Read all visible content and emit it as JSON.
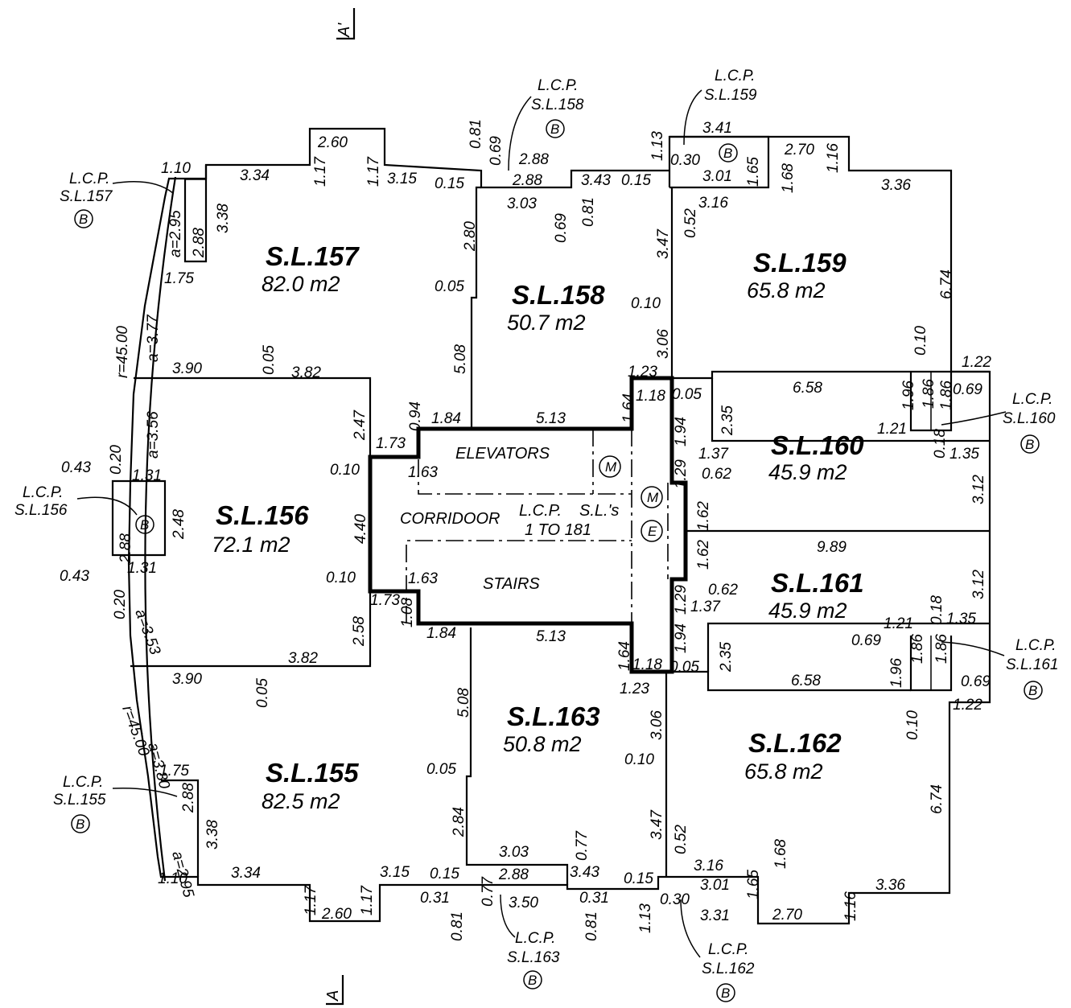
{
  "section_marks": {
    "top": "A'",
    "bottom": "A"
  },
  "lots": [
    {
      "id": "157",
      "name": "S.L.157",
      "area": "82.0 m2"
    },
    {
      "id": "158",
      "name": "S.L.158",
      "area": "50.7 m2"
    },
    {
      "id": "159",
      "name": "S.L.159",
      "area": "65.8 m2"
    },
    {
      "id": "156",
      "name": "S.L.156",
      "area": "72.1 m2"
    },
    {
      "id": "160",
      "name": "S.L.160",
      "area": "45.9 m2"
    },
    {
      "id": "161",
      "name": "S.L.161",
      "area": "45.9 m2"
    },
    {
      "id": "155",
      "name": "S.L.155",
      "area": "82.5 m2"
    },
    {
      "id": "163",
      "name": "S.L.163",
      "area": "50.8 m2"
    },
    {
      "id": "162",
      "name": "S.L.162",
      "area": "65.8 m2"
    }
  ],
  "common": {
    "elevators": "ELEVATORS",
    "corridor": "CORRIDOOR",
    "stairs": "STAIRS",
    "lcp_common_1": "L.C.P.",
    "lcp_common_2": "S.L.'s",
    "lcp_common_3": "1  TO  181",
    "m_symbol": "M",
    "e_symbol": "E",
    "b_symbol": "B"
  },
  "lcp_labels": [
    {
      "id": "157",
      "line1": "L.C.P.",
      "line2": "S.L.157"
    },
    {
      "id": "158",
      "line1": "L.C.P.",
      "line2": "S.L.158"
    },
    {
      "id": "159",
      "line1": "L.C.P.",
      "line2": "S.L.159"
    },
    {
      "id": "156",
      "line1": "L.C.P.",
      "line2": "S.L.156"
    },
    {
      "id": "160",
      "line1": "L.C.P.",
      "line2": "S.L.160"
    },
    {
      "id": "161",
      "line1": "L.C.P.",
      "line2": "S.L.161"
    },
    {
      "id": "155",
      "line1": "L.C.P.",
      "line2": "S.L.155"
    },
    {
      "id": "163",
      "line1": "L.C.P.",
      "line2": "S.L.163"
    },
    {
      "id": "162",
      "line1": "L.C.P.",
      "line2": "S.L.162"
    }
  ],
  "dimensions": [
    "2.60",
    "1.17",
    "1.17",
    "3.34",
    "1.10",
    "3.15",
    "0.15",
    "0.81",
    "0.69",
    "2.88",
    "2.88",
    "3.03",
    "0.69",
    "0.81",
    "3.43",
    "0.15",
    "1.13",
    "3.41",
    "0.30",
    "1.65",
    "3.01",
    "3.16",
    "0.52",
    "2.70",
    "1.16",
    "1.68",
    "3.36",
    "6.74",
    "0.10",
    "1.22",
    "1.86",
    "1.96",
    "1.86",
    "0.69",
    "a=2.95",
    "2.88",
    "3.38",
    "1.75",
    "a=3.77",
    "r=45.00",
    "2.80",
    "0.05",
    "5.08",
    "3.47",
    "0.10",
    "3.06",
    "1.23",
    "3.90",
    "0.05",
    "3.82",
    "a=3.56",
    "0.20",
    "0.43",
    "1.31",
    "2.47",
    "0.94",
    "1.84",
    "5.13",
    "1.64",
    "1.18",
    "0.05",
    "2.35",
    "6.58",
    "1.94",
    "1.37",
    "0.62",
    "1.29",
    "1.21",
    "0.18",
    "1.35",
    "3.12",
    "1.73",
    "1.63",
    "0.10",
    "4.40",
    "2.48",
    "2.88",
    "1.62",
    "1.62",
    "9.89",
    "0.43",
    "1.31",
    "a=3.53",
    "0.20",
    "0.10",
    "1.73",
    "1.63",
    "1.08",
    "1.84",
    "5.13",
    "2.58",
    "3.82",
    "1.64",
    "1.18",
    "0.62",
    "1.29",
    "1.37",
    "0.18",
    "3.12",
    "1.21",
    "1.35",
    "0.69",
    "1.86",
    "1.86",
    "1.94",
    "0.05",
    "2.35",
    "6.58",
    "1.96",
    "0.69",
    "1.22",
    "0.10",
    "3.90",
    "0.05",
    "r=45.00",
    "a=3.80",
    "1.23",
    "5.08",
    "3.06",
    "0.10",
    "0.05",
    "6.74",
    "1.75",
    "a=2.95",
    "2.88",
    "3.38",
    "2.84",
    "3.47",
    "0.52",
    "3.16",
    "1.68",
    "3.03",
    "0.77",
    "3.01",
    "1.65",
    "3.36",
    "1.10",
    "3.34",
    "1.17",
    "1.17",
    "3.15",
    "0.15",
    "2.88",
    "3.43",
    "0.15",
    "0.30",
    "3.31",
    "2.70",
    "1.16",
    "2.60",
    "0.31",
    "3.50",
    "0.31",
    "1.13",
    "0.81",
    "0.77",
    "0.81"
  ]
}
